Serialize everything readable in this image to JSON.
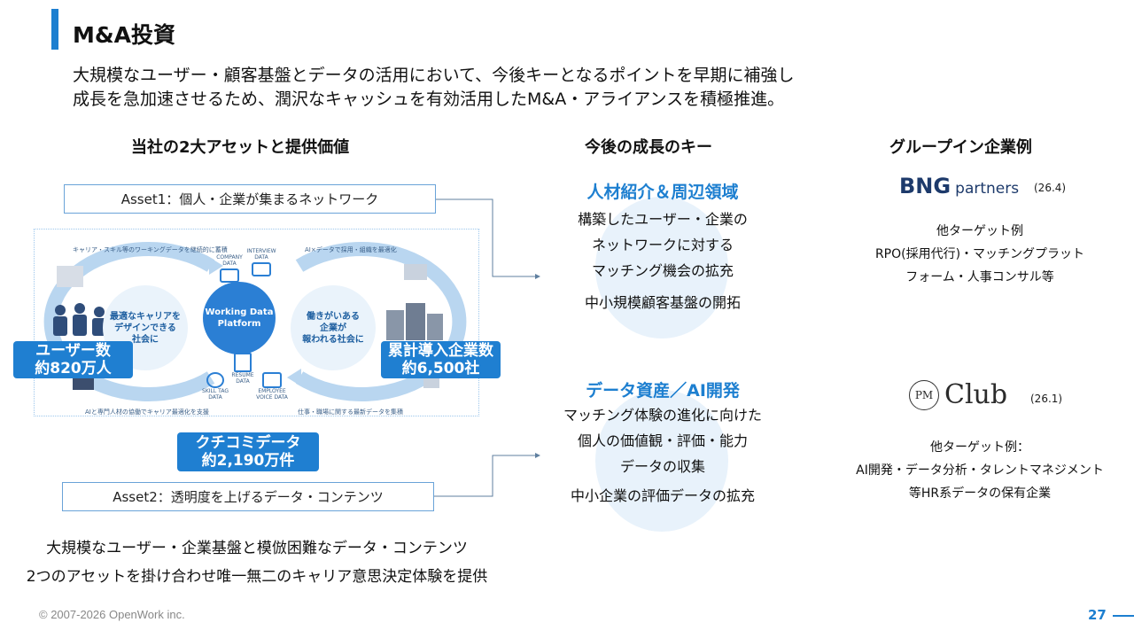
{
  "header": {
    "title": "M&A投資",
    "lead_line1": "大規模なユーザー・顧客基盤とデータの活用において、今後キーとなるポイントを早期に補強し",
    "lead_line2": "成長を急加速させるため、潤沢なキャッシュを有効活用したM&A・アライアンスを積極推進。"
  },
  "left": {
    "heading": "当社の2大アセットと提供価値",
    "asset1": "Asset1：個人・企業が集まるネットワーク",
    "asset2": "Asset2：透明度を上げるデータ・コンテンツ",
    "diagram": {
      "top_left_caption": "キャリア・スキル等のワーキングデータを継続的に蓄積",
      "top_right_caption": "AI×データで採用・組織を最適化",
      "bottom_left_caption": "AIと専門人材の協働でキャリア最適化を支援",
      "bottom_right_caption": "仕事・職場に関する最新データを集積",
      "center_line1": "Working Data",
      "center_line2": "Platform",
      "left_circle": [
        "最適なキャリアを",
        "デザインできる",
        "社会に"
      ],
      "right_circle": [
        "働きがいある",
        "企業が",
        "報われる社会に"
      ],
      "icon_company": [
        "COMPANY",
        "DATA"
      ],
      "icon_interview": [
        "INTERVIEW",
        "DATA"
      ],
      "icon_resume": [
        "RESUME",
        "DATA"
      ],
      "icon_skill": [
        "SKILL TAG",
        "DATA"
      ],
      "icon_voice": [
        "EMPLOYEE",
        "VOICE DATA"
      ]
    },
    "users_label": [
      "ユーザー数",
      "約820万人"
    ],
    "companies_label": [
      "累計導入企業数",
      "約6,500社"
    ],
    "reviews_label": [
      "クチコミデータ",
      "約2,190万件"
    ],
    "bottom_line1": "大規模なユーザー・企業基盤と模倣困難なデータ・コンテンツ",
    "bottom_line2": "2つのアセットを掛け合わせ唯一無二のキャリア意思決定体験を提供"
  },
  "middle": {
    "heading": "今後の成長のキー",
    "key1": {
      "title": "人材紹介＆周辺領域",
      "lines": [
        "構築したユーザー・企業の",
        "ネットワークに対する",
        "マッチング機会の拡充"
      ],
      "extra": "中小規模顧客基盤の開拓"
    },
    "key2": {
      "title": "データ資産／AI開発",
      "lines": [
        "マッチング体験の進化に向けた",
        "個人の価値観・評価・能力",
        "データの収集"
      ],
      "extra": "中小企業の評価データの拡充"
    }
  },
  "right": {
    "heading": "グループイン企業例",
    "company1": {
      "logo_main": "BNG",
      "logo_sub": "partners",
      "date": "(26.4)",
      "lines": [
        "他ターゲット例",
        "RPO(採用代行)・マッチングプラット",
        "フォーム・人事コンサル等"
      ]
    },
    "company2": {
      "logo_mark": "PM",
      "logo_text": "Club",
      "date": "(26.1)",
      "lines": [
        "他ターゲット例：",
        "AI開発・データ分析・タレントマネジメント",
        "等HR系データの保有企業"
      ]
    }
  },
  "footer": {
    "copyright": "© 2007-2026 OpenWork inc.",
    "page": "27"
  },
  "colors": {
    "accent": "#1d7fd0",
    "label_bg": "#1f7fd1",
    "circle_bg": "#e8f2fb"
  }
}
